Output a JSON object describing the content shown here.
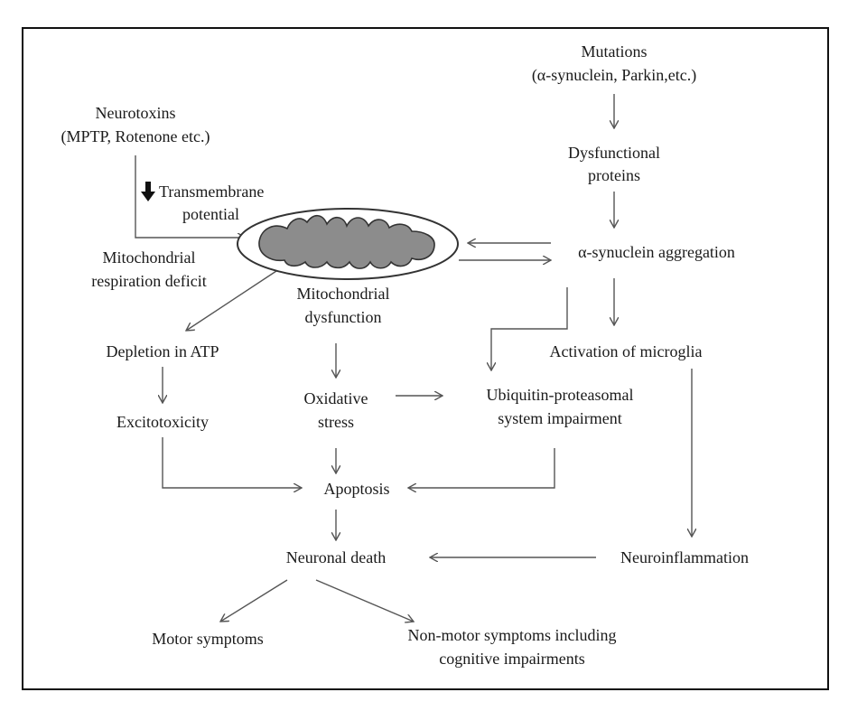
{
  "nodes": {
    "mutations": "Mutations",
    "mutations_examples": "(α-synuclein, Parkin,etc.)",
    "dysfunctional": "Dysfunctional",
    "proteins": "proteins",
    "neurotoxins": "Neurotoxins",
    "neurotoxins_examples": "(MPTP, Rotenone etc.)",
    "transmembrane": "Transmembrane",
    "potential": "potential",
    "mito_respiration_1": "Mitochondrial",
    "mito_respiration_2": "respiration deficit",
    "mito_dysfunction_1": "Mitochondrial",
    "mito_dysfunction_2": "dysfunction",
    "synuclein_aggregation": "α-synuclein aggregation",
    "atp_depletion": "Depletion in ATP",
    "excitotoxicity": "Excitotoxicity",
    "oxidative": "Oxidative",
    "stress": "stress",
    "ups_1": "Ubiquitin-proteasomal",
    "ups_2": "system impairment",
    "microglia": "Activation of microglia",
    "apoptosis": "Apoptosis",
    "neuronal_death": "Neuronal death",
    "neuroinflammation": "Neuroinflammation",
    "motor": "Motor symptoms",
    "nonmotor_1": "Non-motor symptoms including",
    "nonmotor_2": "cognitive impairments"
  },
  "colors": {
    "line": "#555555",
    "text": "#1a1a1a",
    "mito_fill": "#8c8c8c"
  }
}
